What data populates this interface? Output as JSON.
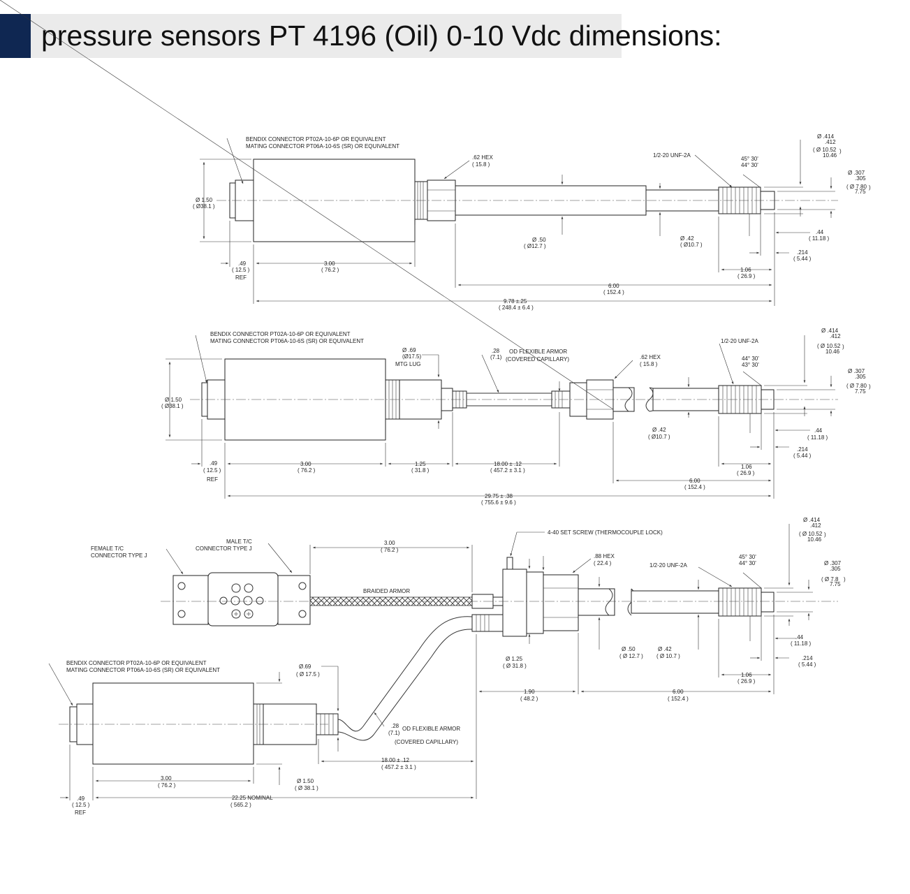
{
  "header": {
    "title": "pressure sensors PT 4196 (Oil) 0-10 Vdc dimensions:",
    "accent_color": "#0f2752",
    "bar_color": "#ebebeb"
  },
  "drawing1": {
    "connector_line1": "BENDIX CONNECTOR  PT02A-10-6P OR EQUIVALENT",
    "connector_line2": "MATING CONNECTOR  PT06A-10-6S (SR) OR EQUIVALENT",
    "hex_1": ".62 HEX",
    "hex_2": "( 15.8 )",
    "thread": "1/2-20 UNF-2A",
    "angle_1": "45° 30'",
    "angle_2": "44° 30'",
    "dia414_a": "Ø .414",
    "dia414_b": ".412",
    "dia414_c": "( Ø 10.52",
    "dia414_d": "10.46",
    "dia414_e": ")",
    "dia307_a": "Ø .307",
    "dia307_b": ".305",
    "dia307_c": "( Ø 7.80",
    "dia307_d": "7.75",
    "dia307_e": ")",
    "dia150_a": "Ø 1.50",
    "dia150_b": "( Ø38.1 )",
    "dia50_a": "Ø .50",
    "dia50_b": "( Ø12.7 )",
    "dia42_a": "Ø .42",
    "dia42_b": "( Ø10.7 )",
    "d44_a": ".44",
    "d44_b": "( 11.18 )",
    "d214_a": ".214",
    "d214_b": "( 5.44 )",
    "d49_a": ".49",
    "d49_b": "( 12.5 )",
    "d49_c": "REF",
    "d300_a": "3.00",
    "d300_b": "( 76.2 )",
    "d106_a": "1.06",
    "d106_b": "( 26.9 )",
    "d600_a": "6.00",
    "d600_b": "( 152.4 )",
    "d978_a": "9.78 ±.25",
    "d978_b": "( 248.4 ± 6.4 )"
  },
  "drawing2": {
    "connector_line1": "BENDIX CONNECTOR  PT02A-10-6P OR EQUIVALENT",
    "connector_line2": "MATING CONNECTOR  PT06A-10-6S (SR) OR EQUIVALENT",
    "lug_a": "Ø .69",
    "lug_b": "(Ø17.5)",
    "lug_c": "MTG LUG",
    "armor_a": ".28",
    "armor_b": "(7.1)",
    "armor_c": "OD FLEXIBLE ARMOR",
    "armor_d": "(COVERED CAPILLARY)",
    "hex_1": ".62 HEX",
    "hex_2": "( 15.8 )",
    "thread": "1/2-20 UNF-2A",
    "angle_1": "44° 30'",
    "angle_2": "43° 30'",
    "dia414_a": "Ø .414",
    "dia414_b": ".412",
    "dia414_c": "( Ø 10.52",
    "dia414_d": "10.46",
    "dia414_e": ")",
    "dia307_a": "Ø .307",
    "dia307_b": ".305",
    "dia307_c": "( Ø 7.80",
    "dia307_d": "7.75",
    "dia307_e": ")",
    "dia150_a": "Ø 1.50",
    "dia150_b": "( Ø38.1 )",
    "dia42_a": "Ø .42",
    "dia42_b": "( Ø10.7 )",
    "d44_a": ".44",
    "d44_b": "( 11.18 )",
    "d214_a": ".214",
    "d214_b": "( 5.44 )",
    "d49_a": ".49",
    "d49_b": "( 12.5 )",
    "d49_c": "REF",
    "d300_a": "3.00",
    "d300_b": "( 76.2 )",
    "d125_a": "1.25",
    "d125_b": "( 31.8 )",
    "d1800_a": "18.00 ± .12",
    "d1800_b": "( 457.2 ± 3.1 )",
    "d106_a": "1.06",
    "d106_b": "( 26.9 )",
    "d600_a": "6.00",
    "d600_b": "( 152.4 )",
    "d2975_a": "29.75 ± .38",
    "d2975_b": "( 755.6 ± 9.6 )"
  },
  "drawing3": {
    "female_a": "FEMALE T/C",
    "female_b": "CONNECTOR TYPE J",
    "male_a": "MALE T/C",
    "male_b": "CONNECTOR TYPE J",
    "d300t_a": "3.00",
    "d300t_b": "( 76.2 )",
    "setscrew": "4-40 SET SCREW (THERMOCOUPLE LOCK)",
    "hex_1": ".88 HEX",
    "hex_2": "( 22.4 )",
    "thread": "1/2-20 UNF-2A",
    "angle_1": "45° 30'",
    "angle_2": "44° 30'",
    "dia414_a": "Ø .414",
    "dia414_b": ".412",
    "dia414_c": "( Ø 10.52",
    "dia414_d": "10.46",
    "dia414_e": ")",
    "dia307_a": "Ø .307",
    "dia307_b": ".305",
    "dia307_c": "( Ø 7.8",
    "dia307_d": "7.75",
    "dia307_e": ")",
    "braided": "BRAIDED ARMOR",
    "connector_line1": "BENDIX CONNECTOR  PT02A-10-6P OR EQUIVALENT",
    "connector_line2": "MATING CONNECTOR  PT06A-10-6S (SR) OR EQUIVALENT",
    "d125_a": "Ø 1.25",
    "d125_b": "( Ø 31.8 )",
    "dia50_a": "Ø .50",
    "dia50_b": "( Ø 12.7 )",
    "dia42_a": "Ø .42",
    "dia42_b": "( Ø 10.7 )",
    "d44_a": ".44",
    "d44_b": "( 11.18 )",
    "d214_a": ".214",
    "d214_b": "( 5.44 )",
    "lug_a": "Ø.69",
    "lug_b": "( Ø 17.5 )",
    "armor_a": ".28",
    "armor_b": "(7.1)",
    "armor_c": "OD FLEXIBLE ARMOR",
    "armor_d": "(COVERED CAPILLARY)",
    "d106_a": "1.06",
    "d106_b": "( 26.9 )",
    "d190_a": "1.90",
    "d190_b": "( 48.2 )",
    "d600_a": "6.00",
    "d600_b": "( 152.4 )",
    "d1800_a": "18.00  ± .12",
    "d1800_b": "( 457.2 ± 3.1 )",
    "d300_a": "3.00",
    "d300_b": "( 76.2 )",
    "dia150_a": "Ø 1.50",
    "dia150_b": "( Ø 38.1 )",
    "d2225_a": "22.25  NOMINAL",
    "d2225_b": "( 565.2 )",
    "d49_a": ".49",
    "d49_b": "( 12.5 )",
    "d49_c": "REF"
  }
}
